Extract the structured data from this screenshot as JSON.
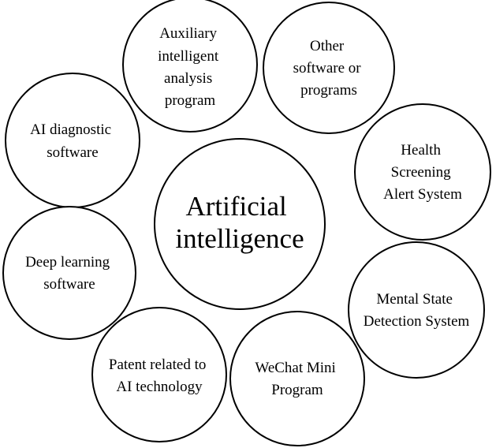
{
  "center": {
    "lines": [
      "Artificial",
      "intelligence"
    ]
  },
  "bubbles": [
    {
      "id": "auxiliary-intelligent-analysis-program",
      "lines": [
        "Auxiliary",
        "intelligent",
        "analysis",
        "program"
      ]
    },
    {
      "id": "other-software-or-programs",
      "lines": [
        "Other",
        "software or",
        "programs"
      ]
    },
    {
      "id": "ai-diagnostic-software",
      "lines": [
        "AI diagnostic",
        "software"
      ]
    },
    {
      "id": "health-screening-alert-system",
      "lines": [
        "Health",
        "Screening",
        "Alert System"
      ]
    },
    {
      "id": "deep-learning-software",
      "lines": [
        "Deep learning",
        "software"
      ]
    },
    {
      "id": "mental-state-detection-system",
      "lines": [
        "Mental State",
        "Detection System"
      ]
    },
    {
      "id": "patent-related-to-ai-technology",
      "lines": [
        "Patent related to",
        "AI technology"
      ]
    },
    {
      "id": "wechat-mini-program",
      "lines": [
        "WeChat Mini",
        "Program"
      ]
    }
  ]
}
